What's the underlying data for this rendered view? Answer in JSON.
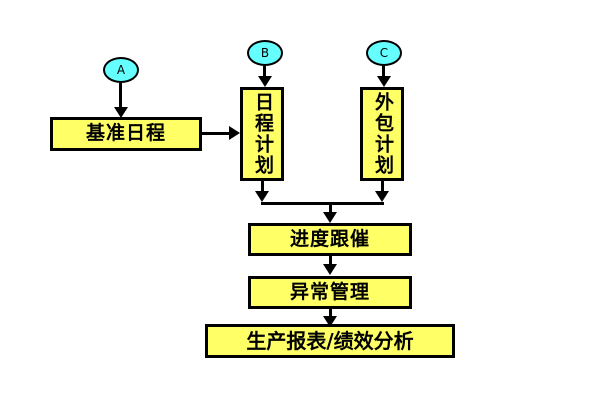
{
  "diagram": {
    "type": "flowchart",
    "background_color": "#ffffff",
    "node_fill_color": "#ffff66",
    "node_border_color": "#000000",
    "connector_fill_color": "#66ffff",
    "connector_border_color": "#000000",
    "arrow_color": "#000000",
    "connectors": [
      {
        "id": "a",
        "label": "A"
      },
      {
        "id": "b",
        "label": "B"
      },
      {
        "id": "c",
        "label": "C"
      }
    ],
    "nodes": [
      {
        "id": "baseline-schedule",
        "label": "基准日程",
        "orientation": "horizontal"
      },
      {
        "id": "schedule-plan",
        "label": "日程计划",
        "orientation": "vertical"
      },
      {
        "id": "outsourcing-plan",
        "label": "外包计划",
        "orientation": "vertical"
      },
      {
        "id": "progress-follow-up",
        "label": "进度跟催",
        "orientation": "horizontal"
      },
      {
        "id": "exception-management",
        "label": "异常管理",
        "orientation": "horizontal"
      },
      {
        "id": "production-report",
        "label": "生产报表/绩效分析",
        "orientation": "horizontal"
      }
    ],
    "edges": [
      {
        "from": "a",
        "to": "baseline-schedule",
        "direction": "down"
      },
      {
        "from": "baseline-schedule",
        "to": "schedule-plan",
        "direction": "right"
      },
      {
        "from": "b",
        "to": "schedule-plan",
        "direction": "down"
      },
      {
        "from": "c",
        "to": "outsourcing-plan",
        "direction": "down"
      },
      {
        "from": "schedule-plan",
        "to": "progress-follow-up",
        "direction": "down"
      },
      {
        "from": "outsourcing-plan",
        "to": "progress-follow-up",
        "direction": "down"
      },
      {
        "from": "progress-follow-up",
        "to": "exception-management",
        "direction": "down"
      },
      {
        "from": "exception-management",
        "to": "production-report",
        "direction": "down"
      }
    ]
  }
}
